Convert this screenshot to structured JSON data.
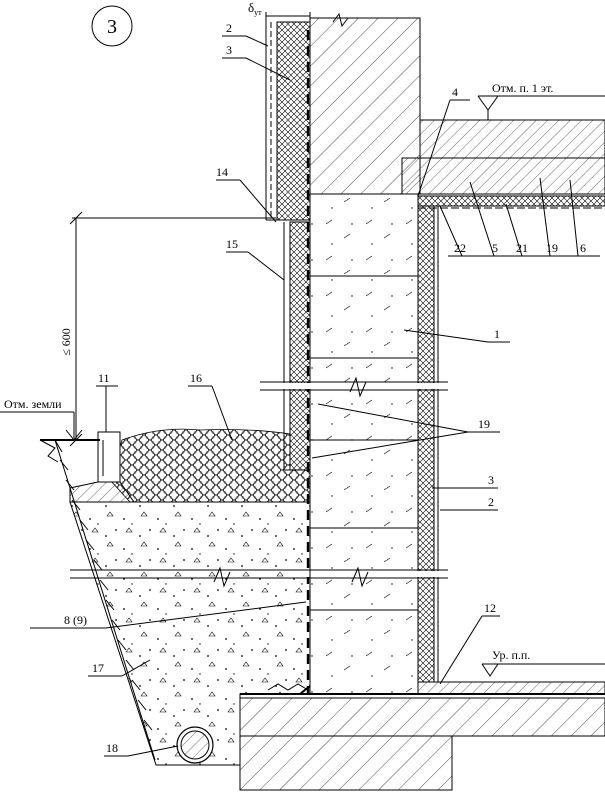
{
  "detail_number": "3",
  "delta_label": "δ",
  "delta_sub": "ут",
  "dimension_label": "≤ 600",
  "levels": {
    "first_floor": "Отм. п. 1 эт.",
    "ground": "Отм. земли",
    "floor": "Ур. п.п."
  },
  "callouts": {
    "c1": "1",
    "c2_top": "2",
    "c2_right": "2",
    "c3_top": "3",
    "c3_right": "3",
    "c4": "4",
    "c5": "5",
    "c6": "6",
    "c8": "8 (9)",
    "c11": "11",
    "c12": "12",
    "c14": "14",
    "c15": "15",
    "c16": "16",
    "c17": "17",
    "c18": "18",
    "c19_top": "19",
    "c19_mid": "19",
    "c21": "21",
    "c22": "22"
  }
}
